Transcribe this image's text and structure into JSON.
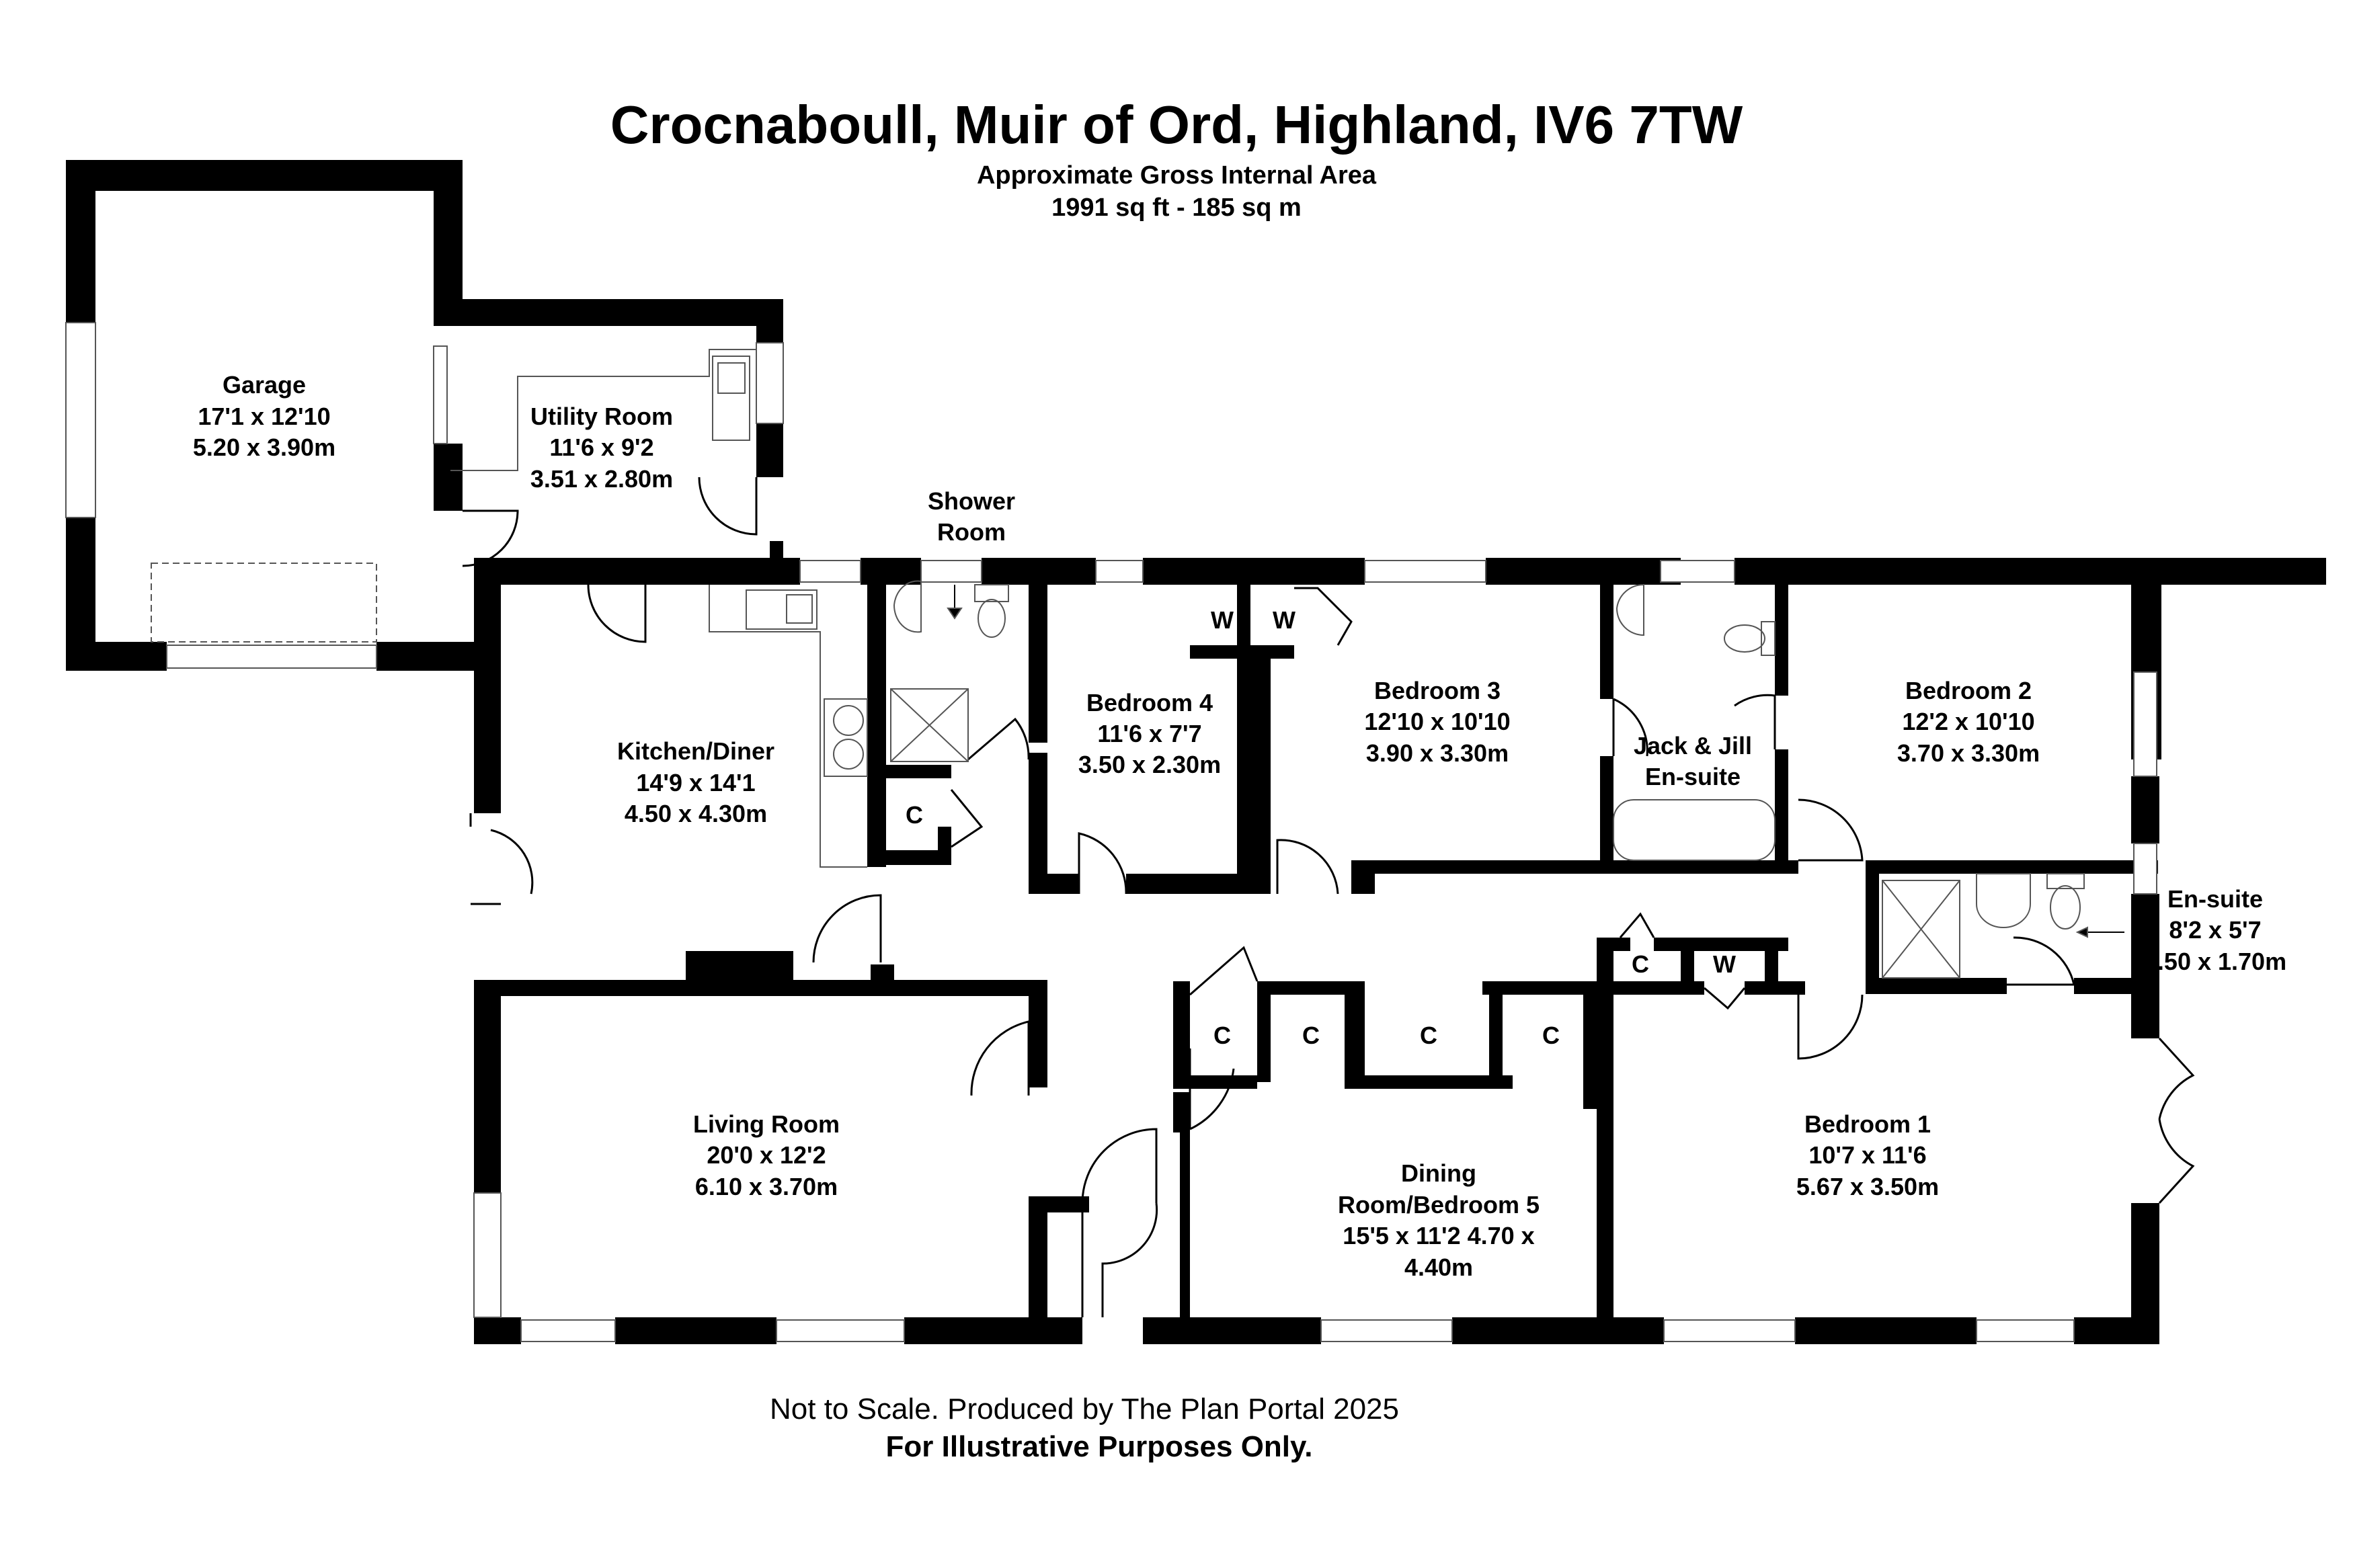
{
  "header": {
    "title": "Crocnaboull, Muir of Ord, Highland, IV6 7TW",
    "area_label": "Approximate Gross Internal Area",
    "area_value": "1991 sq ft - 185 sq m"
  },
  "footer": {
    "scale_note": "Not to Scale. Produced by The Plan Portal 2025",
    "purpose_note": "For Illustrative Purposes Only."
  },
  "rooms": {
    "garage": {
      "name": "Garage",
      "imperial": "17'1 x 12'10",
      "metric": "5.20 x 3.90m"
    },
    "utility": {
      "name": "Utility Room",
      "imperial": "11'6 x 9'2",
      "metric": "3.51 x 2.80m"
    },
    "shower": {
      "name_1": "Shower",
      "name_2": "Room"
    },
    "kitchen": {
      "name": "Kitchen/Diner",
      "imperial": "14'9 x 14'1",
      "metric": "4.50 x 4.30m"
    },
    "bedroom4": {
      "name": "Bedroom 4",
      "imperial": "11'6 x 7'7",
      "metric": "3.50 x 2.30m"
    },
    "bedroom3": {
      "name": "Bedroom 3",
      "imperial": "12'10 x 10'10",
      "metric": "3.90 x 3.30m"
    },
    "jackjill": {
      "name_1": "Jack & Jill",
      "name_2": "En-suite"
    },
    "bedroom2": {
      "name": "Bedroom 2",
      "imperial": "12'2 x 10'10",
      "metric": "3.70 x 3.30m"
    },
    "ensuite": {
      "name": "En-suite",
      "imperial": "8'2 x 5'7",
      "metric": "2.50 x 1.70m"
    },
    "living": {
      "name": "Living Room",
      "imperial": "20'0 x 12'2",
      "metric": "6.10 x 3.70m"
    },
    "dining": {
      "name_1": "Dining",
      "name_2": "Room/Bedroom 5",
      "line_3": "15'5 x 11'2 4.70 x",
      "line_4": "4.40m"
    },
    "bedroom1": {
      "name": "Bedroom 1",
      "imperial": "10'7 x 11'6",
      "metric": "5.67 x 3.50m"
    }
  },
  "cupboards": {
    "c_label": "C",
    "w_label": "W"
  },
  "colors": {
    "wall": "#000000",
    "background": "#ffffff",
    "fixture_stroke": "#555555"
  }
}
